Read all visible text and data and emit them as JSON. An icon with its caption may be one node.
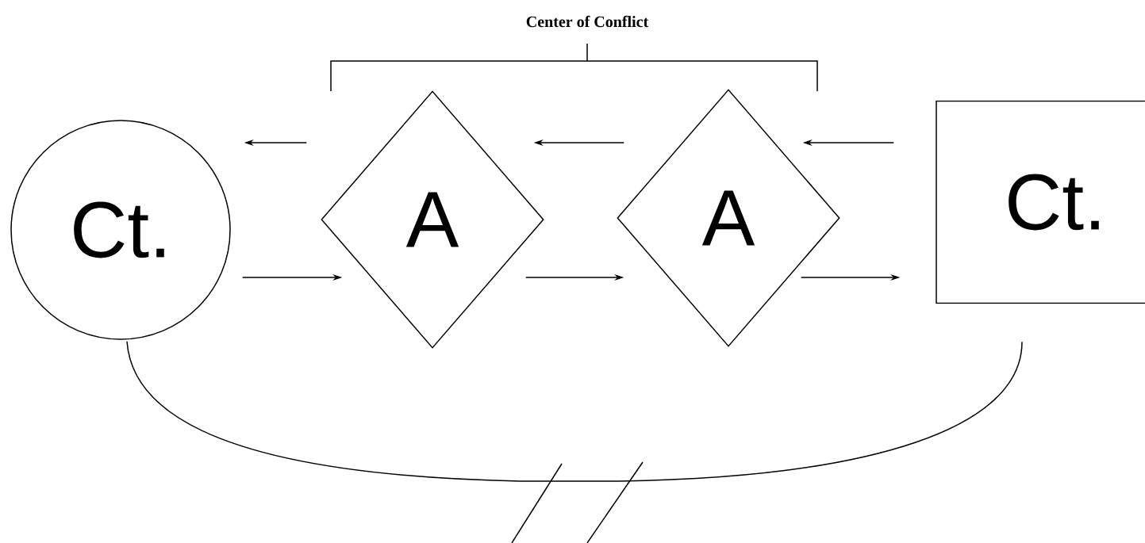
{
  "diagram": {
    "nodes": [
      {
        "text": [
          "Ct."
        ]
      },
      {
        "text": [
          "A"
        ]
      },
      {
        "text": [
          "A"
        ]
      },
      {
        "text": [
          "Ct."
        ]
      }
    ],
    "edges": [
      {
        "from": 1,
        "to": 0,
        "arrow": "to"
      },
      {
        "from": 2,
        "to": 1,
        "arrow": "to"
      },
      {
        "from": 3,
        "to": 2,
        "arrow": "to"
      },
      {
        "from": 0,
        "to": 1,
        "arrow": "to"
      },
      {
        "from": 1,
        "to": 2,
        "arrow": "to"
      },
      {
        "from": 2,
        "to": 3,
        "arrow": "to"
      },
      {
        "from": 0,
        "to": 3,
        "arrow": "none"
      }
    ],
    "labels": [
      "Center of Conflict"
    ]
  }
}
